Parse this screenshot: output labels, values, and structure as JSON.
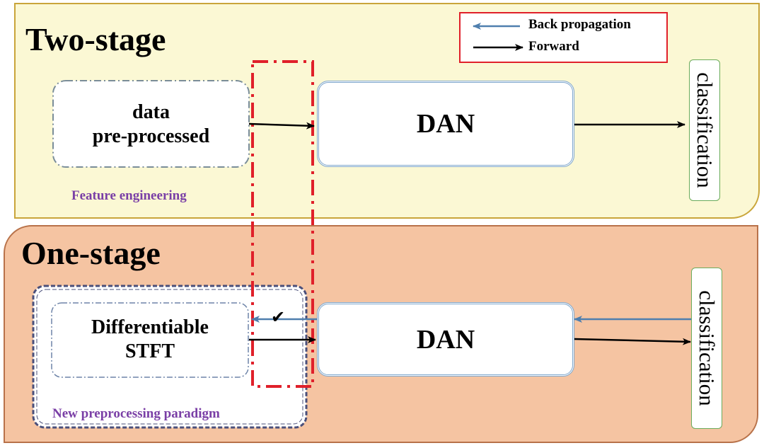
{
  "two_stage": {
    "title": "Two-stage",
    "preprocess_line1": "data",
    "preprocess_line2": "pre-processed",
    "feature_label": "Feature engineering",
    "model_label": "DAN",
    "output_label": "classification"
  },
  "one_stage": {
    "title": "One-stage",
    "preprocess_line1": "Differentiable",
    "preprocess_line2": "STFT",
    "paradigm_label": "New  preprocessing paradigm",
    "model_label": "DAN",
    "output_label": "classification",
    "check_mark": "✔"
  },
  "legend": {
    "back_label": "Back propagation",
    "forward_label": "Forward"
  },
  "colors": {
    "top_panel": "#fbf8d4",
    "bottom_panel": "#f5c4a2",
    "backprop_arrow": "#4f7fae",
    "forward_arrow": "#000000",
    "highlight_frame": "#e0202a",
    "label_purple": "#7a3fa6"
  }
}
